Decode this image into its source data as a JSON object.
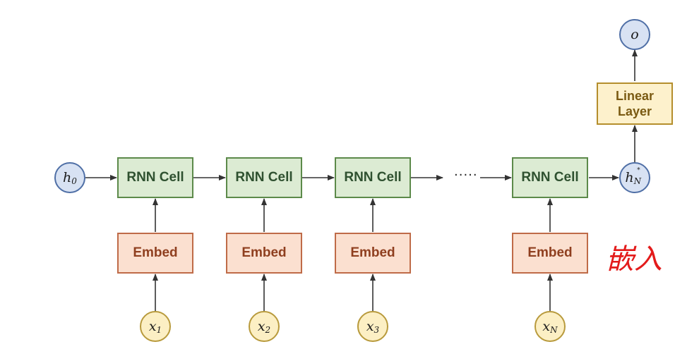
{
  "diagram": {
    "h0": {
      "var": "h",
      "sub": "0"
    },
    "rnn_cells": [
      "RNN Cell",
      "RNN Cell",
      "RNN Cell",
      "RNN Cell"
    ],
    "embeds": [
      "Embed",
      "Embed",
      "Embed",
      "Embed"
    ],
    "inputs": [
      {
        "var": "x",
        "sub": "1"
      },
      {
        "var": "x",
        "sub": "2"
      },
      {
        "var": "x",
        "sub": "3"
      },
      {
        "var": "x",
        "sub": "N"
      }
    ],
    "ellipsis": "·····",
    "hN": {
      "var": "h",
      "sub": "N",
      "sup": "*"
    },
    "linear_layer": {
      "line1": "Linear",
      "line2": "Layer"
    },
    "output": "o",
    "annotation": "嵌入"
  },
  "colors": {
    "rnn_fill": "#dcebd3",
    "rnn_border": "#5c8a4a",
    "embed_fill": "#fbe0d0",
    "embed_border": "#bf6b48",
    "input_fill": "#fcefc4",
    "state_fill": "#d8e2f3",
    "linear_fill": "#fdf1cc",
    "annotation": "#e31b1b"
  }
}
